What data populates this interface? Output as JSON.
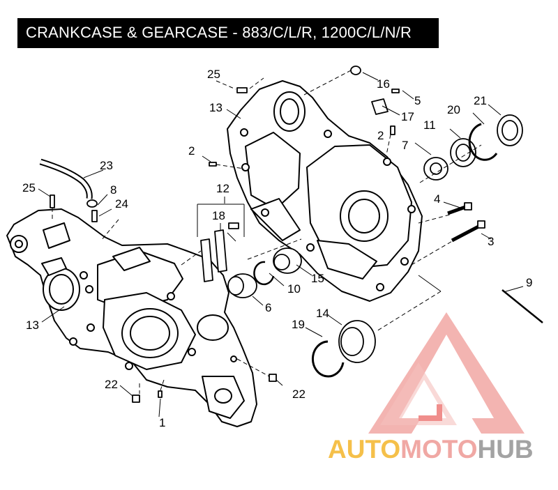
{
  "title": "CRANKCASE & GEARCASE - 883/C/L/R, 1200C/L/N/R",
  "callouts": {
    "c25a": "25",
    "c16": "16",
    "c5": "5",
    "c13a": "13",
    "c17": "17",
    "c21": "21",
    "c20": "20",
    "c11": "11",
    "c2a": "2",
    "c2b": "2",
    "c7": "7",
    "c23": "23",
    "c12": "12",
    "c25b": "25",
    "c8": "8",
    "c24": "24",
    "c4": "4",
    "c3": "3",
    "c18": "18",
    "c10": "10",
    "c15": "15",
    "c6": "6",
    "c9": "9",
    "c13b": "13",
    "c14": "14",
    "c19": "19",
    "c22a": "22",
    "c22b": "22",
    "c1": "1"
  },
  "watermark": {
    "part1": "AUTO",
    "part2": "MOTO",
    "part3": "HUB",
    "colors": {
      "auto": "#f5c04a",
      "moto": "#f0a8a4",
      "hub": "#a3a3a3",
      "logo": "#ee7b78"
    }
  }
}
